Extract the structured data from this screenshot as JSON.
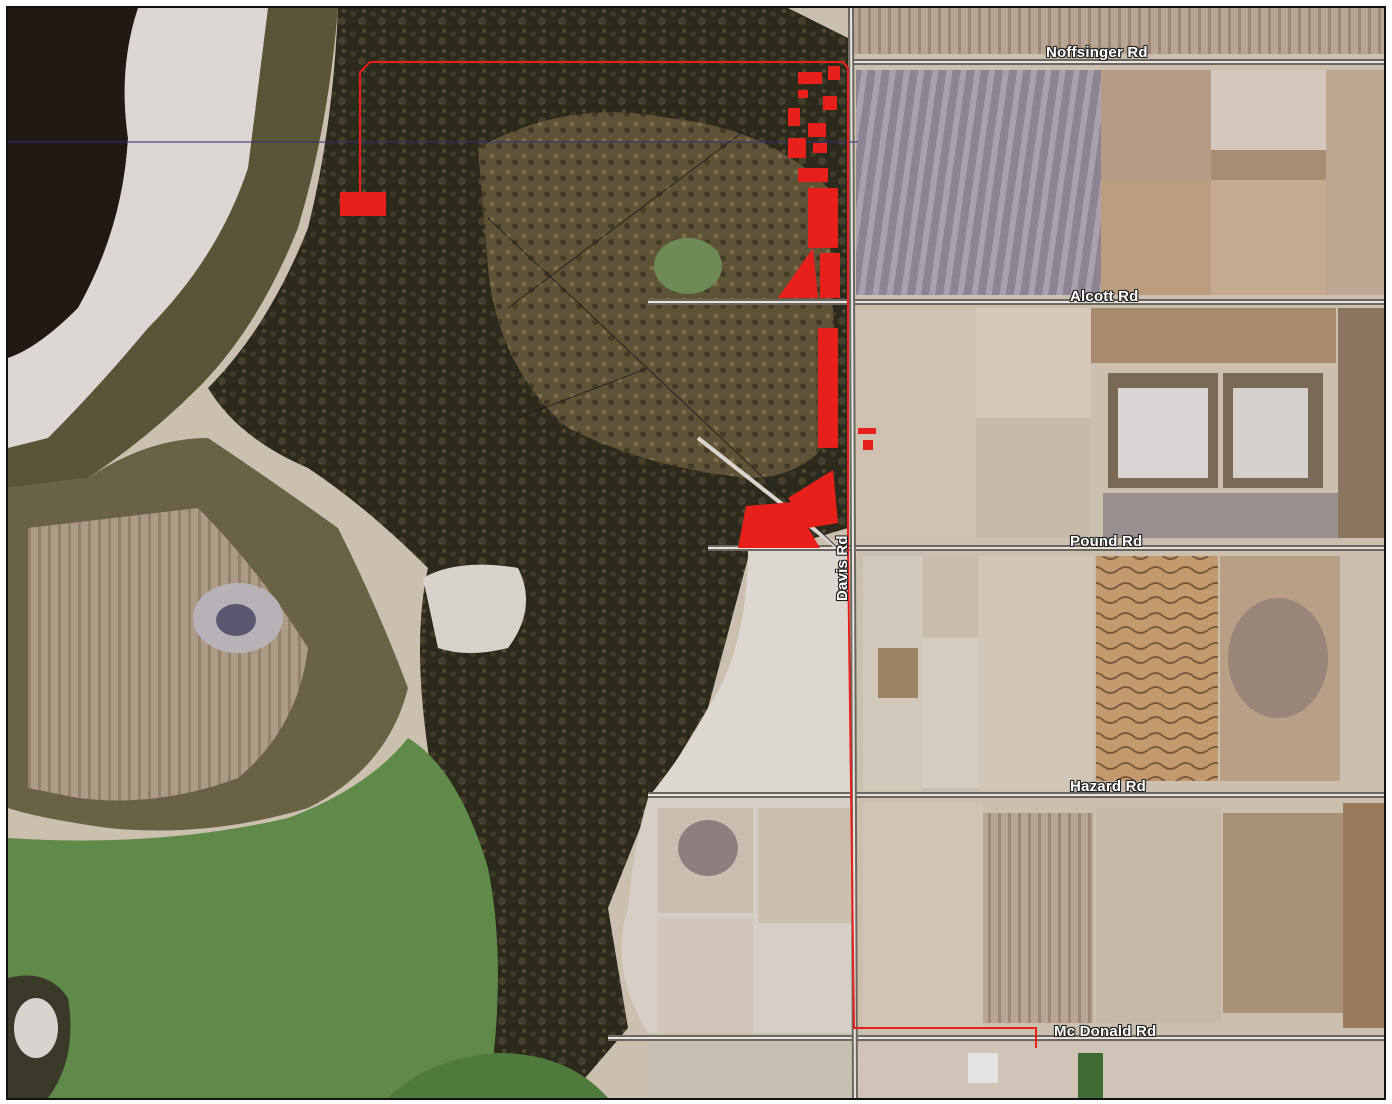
{
  "map": {
    "roads": [
      {
        "id": "noffsinger",
        "label": "Noffsinger Rd"
      },
      {
        "id": "alcott",
        "label": "Alcott Rd"
      },
      {
        "id": "pound",
        "label": "Pound Rd"
      },
      {
        "id": "hazard",
        "label": "Hazard Rd"
      },
      {
        "id": "mcdonald",
        "label": "Mc Donald Rd"
      },
      {
        "id": "davis",
        "label": "Davis Rd"
      }
    ],
    "overlay_color": "#e8201c",
    "lake_color": "#5f8a4a"
  }
}
